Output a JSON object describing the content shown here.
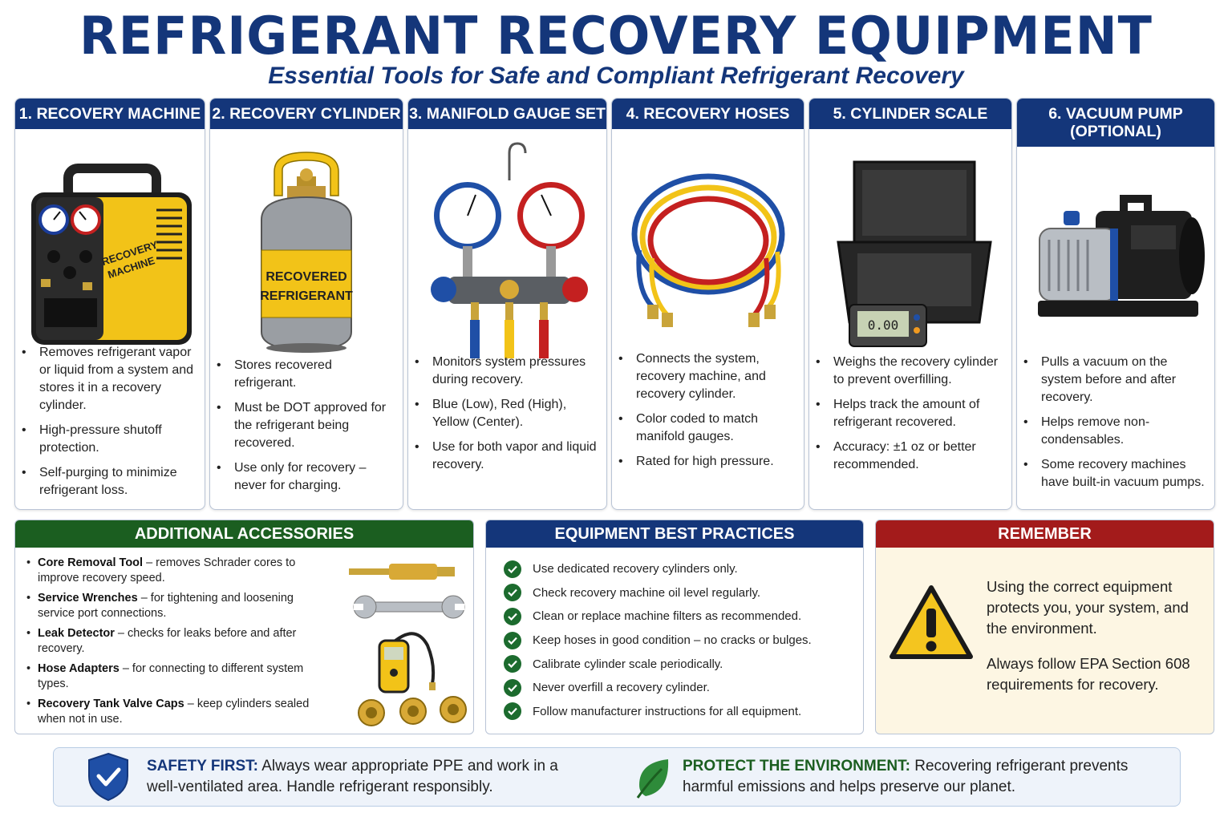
{
  "header": {
    "title": "REFRIGERANT RECOVERY EQUIPMENT",
    "subtitle": "Essential Tools for Safe and Compliant Refrigerant Recovery"
  },
  "cards": [
    {
      "title": "1. RECOVERY MACHINE",
      "image_label_1": "RECOVERY",
      "image_label_2": "MACHINE",
      "bullets": [
        "Removes refrigerant vapor or liquid from a system and stores it in a recovery cylinder.",
        "High-pressure shutoff protection.",
        "Self-purging to minimize refrigerant loss."
      ]
    },
    {
      "title": "2. RECOVERY CYLINDER",
      "image_label_1": "RECOVERED",
      "image_label_2": "REFRIGERANT",
      "bullets": [
        "Stores recovered refrigerant.",
        "Must be DOT approved for the refrigerant being recovered.",
        "Use only for recovery – never for charging."
      ]
    },
    {
      "title": "3. MANIFOLD GAUGE SET",
      "bullets": [
        "Monitors system pressures during recovery.",
        "Blue (Low), Red (High), Yellow (Center).",
        "Use for both vapor and liquid recovery."
      ]
    },
    {
      "title": "4. RECOVERY HOSES",
      "bullets": [
        "Connects the system, recovery machine, and recovery cylinder.",
        "Color coded to match manifold gauges.",
        "Rated for high pressure."
      ]
    },
    {
      "title": "5. CYLINDER SCALE",
      "image_display": "0.00",
      "bullets": [
        "Weighs the recovery cylinder to prevent overfilling.",
        "Helps track the amount of refrigerant recovered.",
        "Accuracy: ±1 oz or better recommended."
      ]
    },
    {
      "title_line1": "6. VACUUM PUMP",
      "title_line2": "(OPTIONAL)",
      "bullets": [
        "Pulls a vacuum on the system before and after recovery.",
        "Helps remove non-condensables.",
        "Some recovery machines have built-in vacuum pumps."
      ]
    }
  ],
  "accessories": {
    "title": "ADDITIONAL ACCESSORIES",
    "items": [
      {
        "name": "Core Removal Tool",
        "desc": " – removes Schrader cores to improve recovery speed."
      },
      {
        "name": "Service Wrenches",
        "desc": " – for tightening and loosening service port connections."
      },
      {
        "name": "Leak Detector",
        "desc": " – checks for leaks before and after recovery."
      },
      {
        "name": "Hose Adapters",
        "desc": " – for connecting to different system types."
      },
      {
        "name": "Recovery Tank Valve Caps",
        "desc": " – keep cylinders sealed when not in use."
      }
    ]
  },
  "best_practices": {
    "title": "EQUIPMENT BEST PRACTICES",
    "items": [
      "Use dedicated recovery cylinders only.",
      "Check recovery machine oil level regularly.",
      "Clean or replace machine filters as recommended.",
      "Keep hoses in good condition – no cracks or bulges.",
      "Calibrate cylinder scale periodically.",
      "Never overfill a recovery cylinder.",
      "Follow manufacturer instructions for all equipment."
    ]
  },
  "remember": {
    "title": "REMEMBER",
    "para1": "Using the correct equipment protects you, your system, and the environment.",
    "para2": "Always follow EPA Section 608 requirements for recovery."
  },
  "footer": {
    "safety_label": "SAFETY FIRST:",
    "safety_text": " Always wear appropriate PPE and work in a well-ventilated area. Handle refrigerant responsibly.",
    "env_label": "PROTECT THE ENVIRONMENT:",
    "env_text": " Recovering refrigerant prevents harmful emissions and helps preserve our planet."
  },
  "colors": {
    "navy": "#14367a",
    "green": "#1b5e20",
    "red": "#a31b1b",
    "cream": "#fdf6e3",
    "yellow": "#f4c51f"
  },
  "icons": [
    "shield-check-icon",
    "leaf-icon",
    "warning-icon",
    "check-icon"
  ]
}
